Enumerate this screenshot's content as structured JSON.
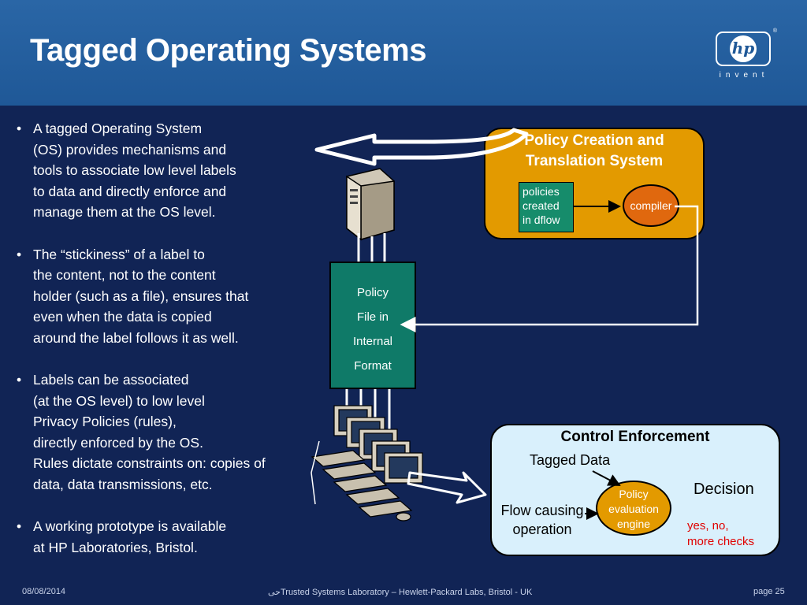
{
  "slide": {
    "title": "Tagged Operating Systems",
    "logo_text": "hp",
    "logo_registered": "®",
    "logo_tagline": "invent"
  },
  "bullets": [
    {
      "lines": [
        "A tagged Operating System",
        "(OS) provides mechanisms and",
        "tools to associate low level labels",
        "to data and directly enforce and",
        "manage them at the OS level."
      ]
    },
    {
      "lines": [
        "The “stickiness” of a label to",
        "the content, not to the content",
        "holder (such as a file), ensures that",
        "even when the data is copied",
        "around the label follows it as well."
      ]
    },
    {
      "lines": [
        "Labels can be associated",
        "(at the OS level) to low level",
        "Privacy Policies (rules),",
        "directly enforced by the OS.",
        "Rules dictate constraints on: copies of",
        "data, data transmissions, etc."
      ]
    },
    {
      "lines": [
        "A working prototype is available",
        "at HP Laboratories, Bristol."
      ]
    }
  ],
  "diagram": {
    "policy_creation": {
      "title_line1": "Policy Creation and",
      "title_line2": "Translation System",
      "note_lines": [
        "policies",
        "created",
        "in dflow"
      ],
      "compiler": "compiler"
    },
    "policy_file": {
      "lines": [
        "Policy",
        "File in",
        "Internal",
        "Format"
      ]
    },
    "control": {
      "title": "Control Enforcement",
      "tagged_data": "Tagged Data",
      "flow_line1": "Flow causing",
      "flow_line2": "operation",
      "engine_lines": [
        "Policy",
        "evaluation",
        "engine"
      ],
      "decision": "Decision",
      "result_line1": "yes, no,",
      "result_line2": "more checks"
    }
  },
  "footer": {
    "date": "08/08/2014",
    "center": "حیTrusted Systems Laboratory – Hewlett-Packard Labs, Bristol - UK",
    "page": "page 25"
  },
  "colors": {
    "background": "#112455",
    "header": "#1f5897",
    "orange": "#e39a00",
    "green": "#0f7a68",
    "light_blue": "#d9f0fc",
    "red": "#e00000"
  },
  "icons": [
    "server-tower-icon",
    "networked-computers-icon",
    "block-arrow-icon"
  ]
}
